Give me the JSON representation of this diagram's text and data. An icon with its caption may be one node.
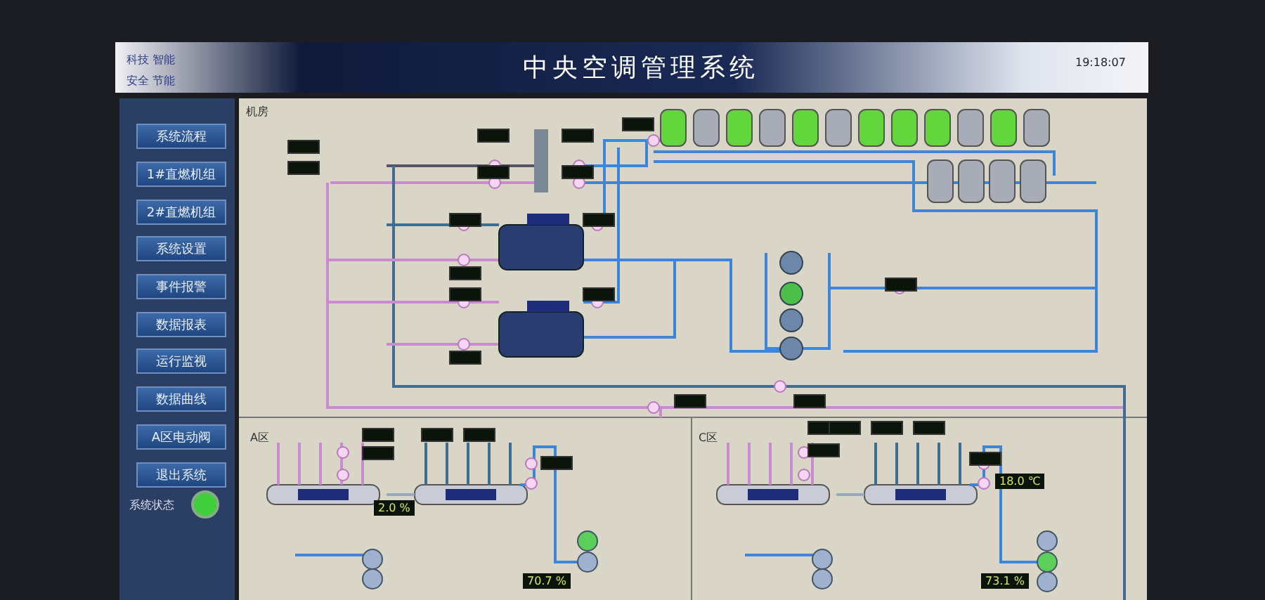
{
  "diagram": {
    "title": "中央空调管理系统",
    "labels": [
      "科技 智能",
      "安全 节能",
      "19:18:07",
      "系统流程",
      "1#直燃机组",
      "2#直燃机组",
      "系统设置",
      "事件报警",
      "数据报表",
      "运行监视",
      "数据曲线",
      "A区电动阀",
      "退出系统",
      "系统状态",
      "机房",
      "A区",
      "C区",
      "2.0 %",
      "70.7 %",
      "73.1 %",
      "18.0 ℃"
    ]
  }
}
